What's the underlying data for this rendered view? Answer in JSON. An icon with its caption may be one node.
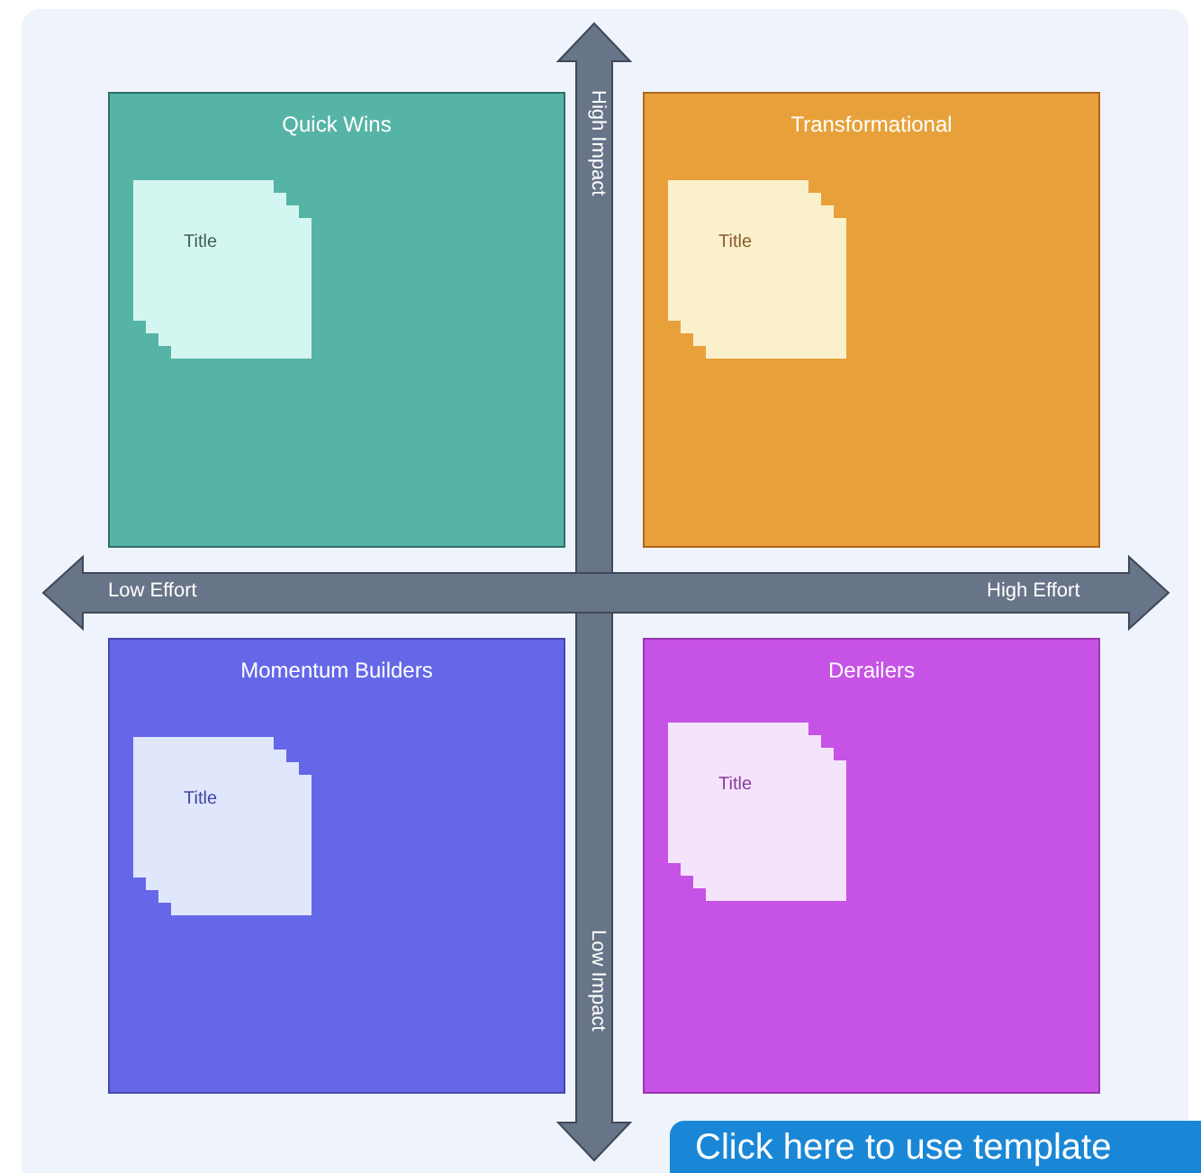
{
  "diagram": {
    "nodes": [
      {
        "text": [
          "Quick Wins"
        ]
      },
      {
        "text": [
          "Title"
        ],
        "in": 0
      },
      {
        "text": [
          "Transformational"
        ]
      },
      {
        "text": [
          "Title"
        ],
        "in": 2
      },
      {
        "text": [
          "Momentum Builders"
        ]
      },
      {
        "text": [
          "Title"
        ],
        "in": 4
      },
      {
        "text": [
          "Derailers"
        ]
      },
      {
        "text": [
          "Title"
        ],
        "in": 6
      }
    ],
    "labels": [
      "High Impact",
      "Low Effort",
      "High Effort",
      "Low Impact",
      "Click here to use template"
    ]
  }
}
